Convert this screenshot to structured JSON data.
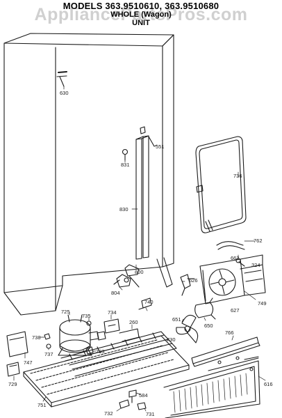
{
  "header": {
    "title": "MODELS 363.9510610, 363.9510680",
    "subtitle_line1": "WHOLE (Wagon)",
    "subtitle_line2": "UNIT",
    "watermark": "AppliancePartsPros.com"
  },
  "colors": {
    "ink": "#1a1a1a",
    "watermark": "#aaaaaa",
    "background": "#ffffff"
  },
  "part_labels": {
    "p630": "630",
    "p551": "551",
    "p831": "831",
    "p736": "736",
    "p830": "830",
    "p762": "762",
    "p663": "663",
    "p324": "324",
    "p800": "800",
    "p626": "626",
    "p804": "804",
    "p627": "627",
    "p749": "749",
    "p740": "740",
    "p725": "725",
    "p735": "735",
    "p734": "734",
    "p260": "260",
    "p651": "651",
    "p650": "650",
    "p766": "766",
    "p738": "738",
    "p737": "737",
    "p733": "733",
    "p730": "730",
    "p747": "747",
    "p729": "729",
    "p751": "751",
    "p616": "616",
    "p584": "584",
    "p732": "732",
    "p731": "731"
  }
}
